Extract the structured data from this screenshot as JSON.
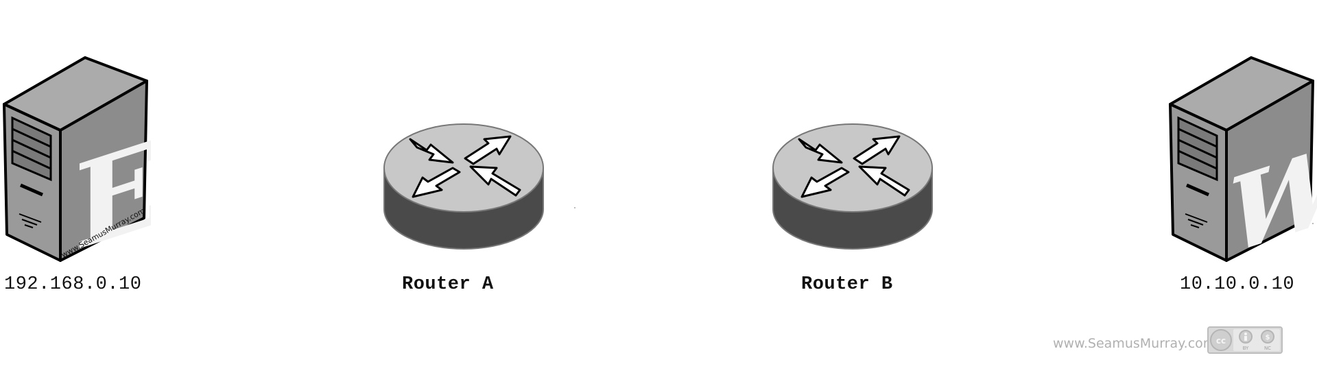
{
  "nodes": {
    "server_e": {
      "label": "192.168.0.10",
      "letter": "E",
      "side_text": "www.SeamusMurray.com"
    },
    "router_a": {
      "label": "Router A"
    },
    "router_b": {
      "label": "Router B"
    },
    "server_w": {
      "label": "10.10.0.10",
      "letter": "W"
    }
  },
  "footer": {
    "watermark": "www.SeamusMurray.com",
    "license_badge": [
      "cc",
      "BY",
      "NC"
    ]
  },
  "colors": {
    "server_front": "#9a9a9a",
    "server_side": "#8d8d8d",
    "server_top": "#a9a9a9",
    "router_top": "#c8c8c8",
    "router_side": "#4a4a4a"
  }
}
